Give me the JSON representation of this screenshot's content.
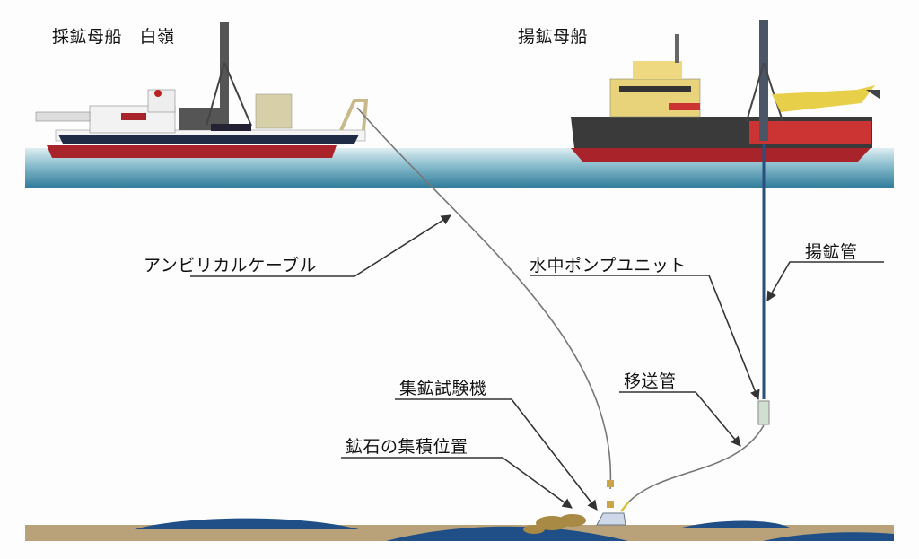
{
  "labels": {
    "mining_ship": "採鉱母船　白嶺",
    "lifting_ship": "揚鉱母船",
    "umbilical_cable": "アンビリカルケーブル",
    "submersible_pump": "水中ポンプユニット",
    "lifting_pipe": "揚鉱管",
    "collector": "集鉱試験機",
    "transfer_pipe": "移送管",
    "ore_pile": "鉱石の集積位置"
  },
  "colors": {
    "sea_top": "#cfe3ea",
    "sea_bottom": "#2f7f9e",
    "hull_red": "#a8242a",
    "seabed_sand": "#b9a27a",
    "seabed_blue": "#1f4f86",
    "ore": "#a88a45",
    "lifting_pipe": "#2a4f7e"
  }
}
